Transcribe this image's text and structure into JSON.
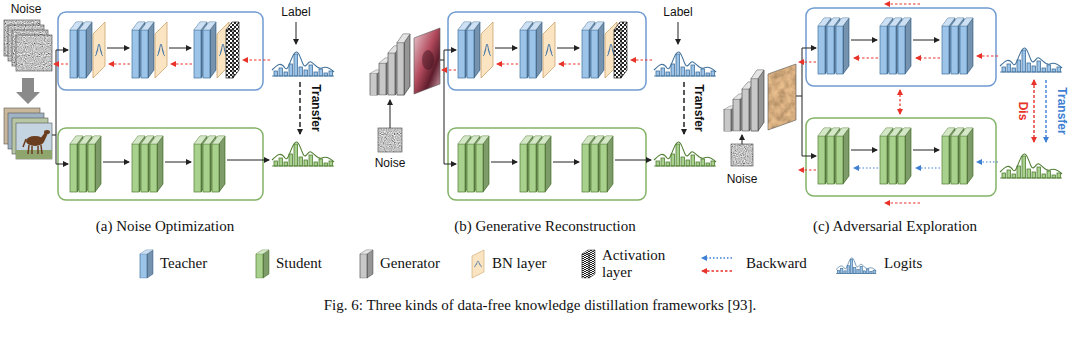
{
  "diagram": {
    "caption": "Fig. 6: Three kinds of data-free knowledge distillation frameworks [93].",
    "labels": [
      "Noise",
      "Label",
      "Transfer",
      "(a) Noise Optimization",
      "Noise",
      "Label",
      "Transfer",
      "(b) Generative Reconstruction",
      "Noise",
      "Dis",
      "Transfer",
      "(c) Adversarial Exploration"
    ],
    "legend": [
      {
        "text": "Teacher"
      },
      {
        "text": "Student"
      },
      {
        "text": "Generator"
      },
      {
        "text": "BN layer"
      },
      {
        "text": "Activation layer"
      },
      {
        "text": "Backward"
      },
      {
        "text": "Logits"
      }
    ]
  }
}
